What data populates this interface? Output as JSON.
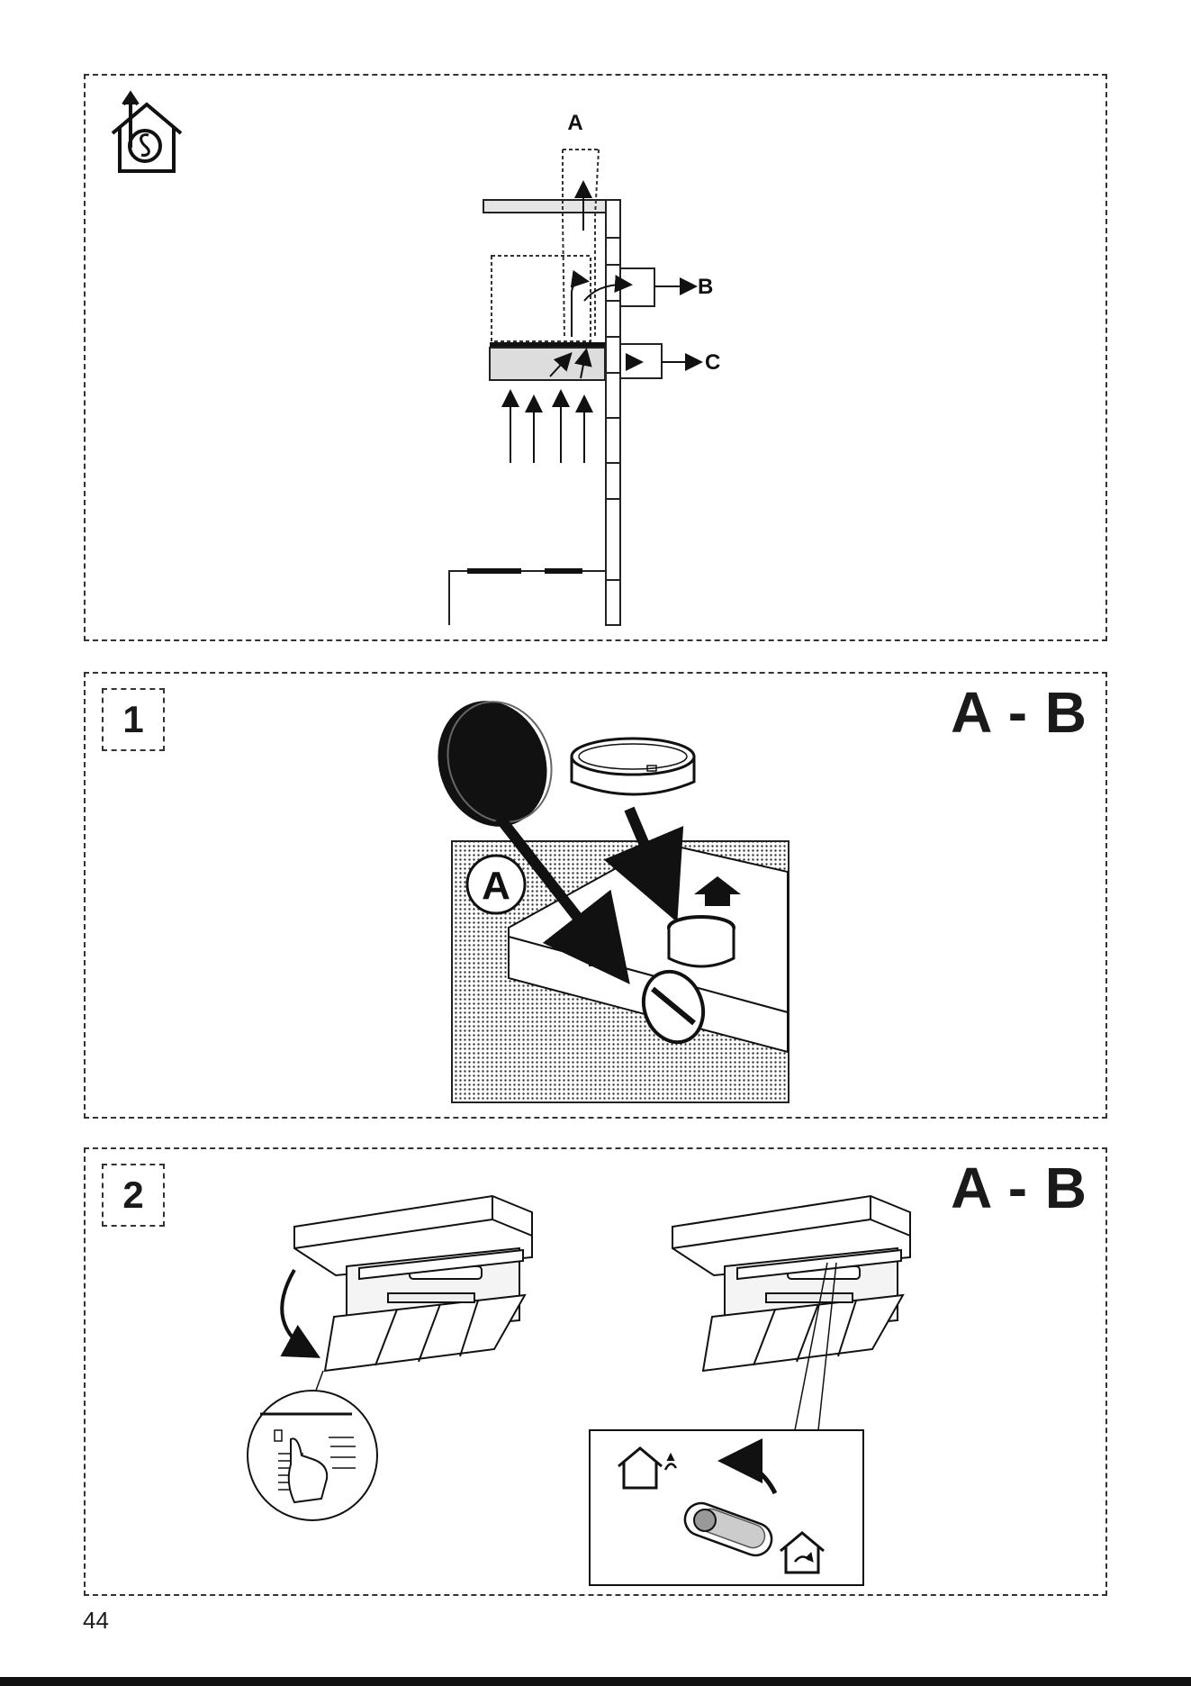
{
  "top_panel": {
    "icon": "house-fan-exhaust-icon",
    "labels": {
      "a": "A",
      "b": "B",
      "c": "C"
    }
  },
  "step1": {
    "number": "1",
    "config_label": "A - B",
    "inset_label": "A"
  },
  "step2": {
    "number": "2",
    "config_label": "A - B",
    "left_icon": "house-vent-out-icon",
    "right_icon": "house-recirculate-icon"
  },
  "page_number": "44"
}
